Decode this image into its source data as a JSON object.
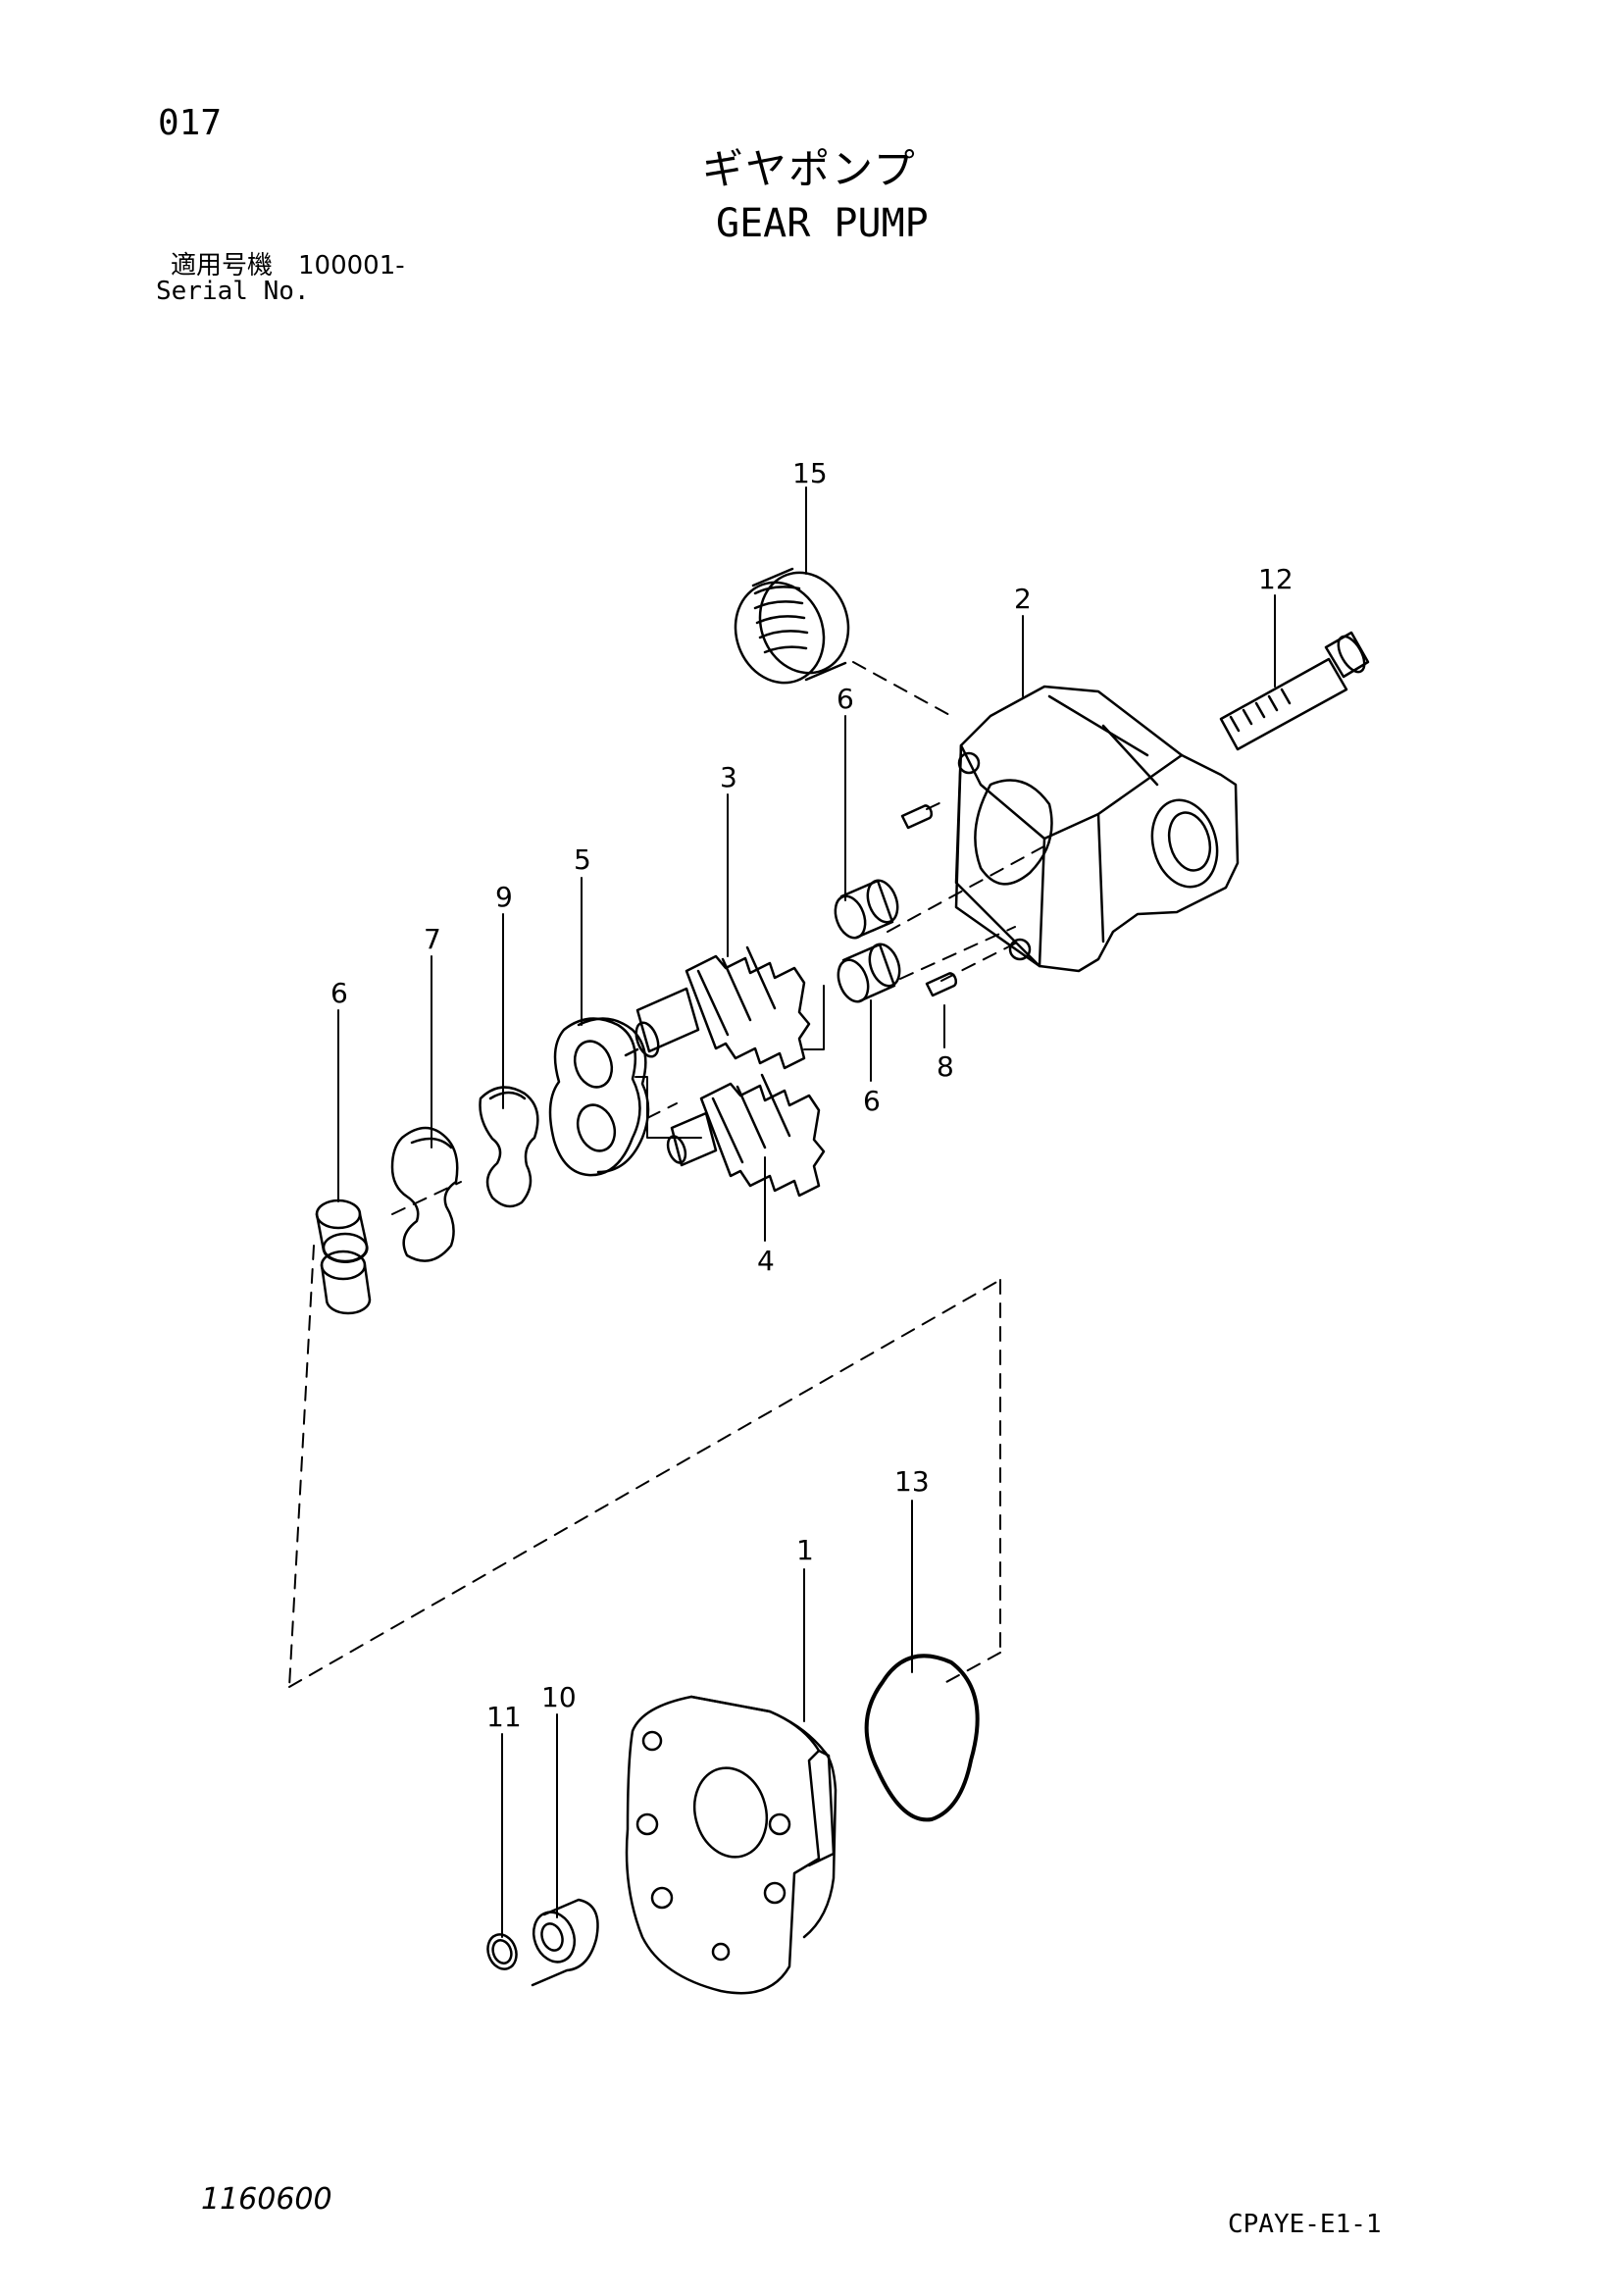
{
  "header": {
    "page_number": "017",
    "title_ja": "ギヤポンプ",
    "title_en": "GEAR PUMP",
    "serial_label_ja": "適用号機　100001-",
    "serial_label_en": "Serial No."
  },
  "footer": {
    "drawing_number": "1160600",
    "catalog_code": "CPAYE-E1-1"
  },
  "callouts": {
    "c1": "1",
    "c2": "2",
    "c3": "3",
    "c4": "4",
    "c5": "5",
    "c6a": "6",
    "c6b": "6",
    "c6c": "6",
    "c7": "7",
    "c8": "8",
    "c9": "9",
    "c10": "10",
    "c11": "11",
    "c12": "12",
    "c13": "13",
    "c15": "15"
  }
}
